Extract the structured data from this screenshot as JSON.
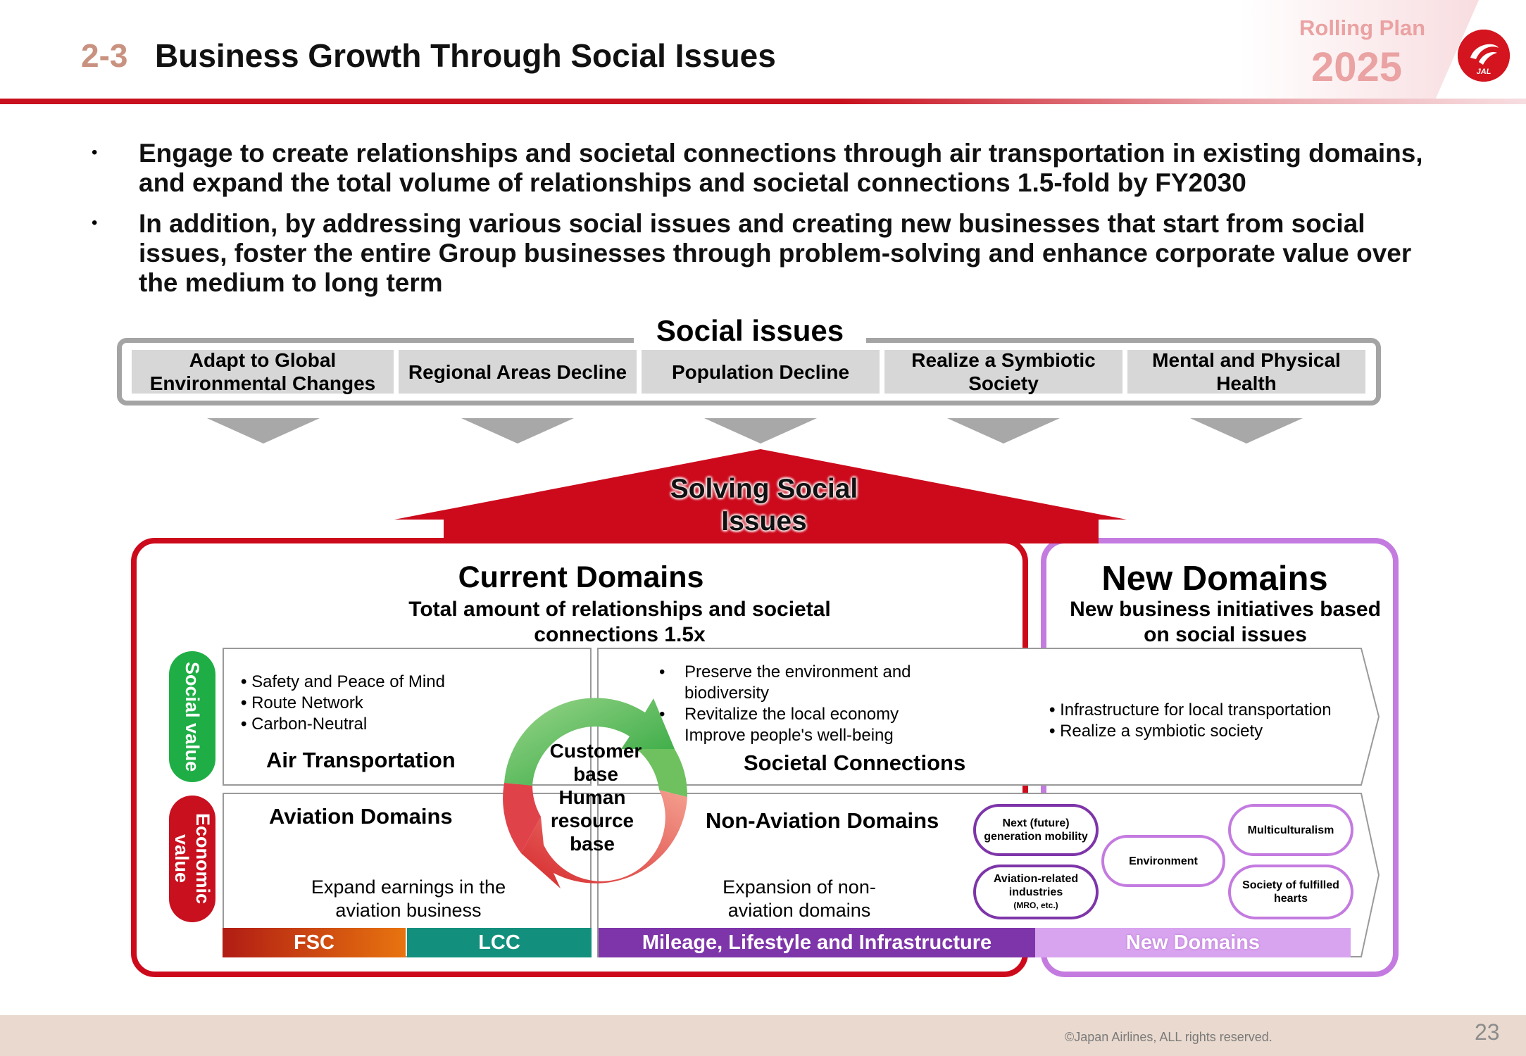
{
  "header": {
    "section_number": "2-3",
    "title": "Business Growth Through Social Issues",
    "plan_label": "Rolling Plan",
    "plan_year": "2025",
    "logo_text": "JAL"
  },
  "bullets": [
    "Engage to create relationships and societal connections through air transportation in existing domains, and expand the total volume of relationships and societal connections 1.5-fold by FY2030",
    "In addition, by addressing various social issues and creating new businesses that start from social issues, foster the entire Group businesses through problem-solving and enhance corporate value over the medium to long term"
  ],
  "social_issues": {
    "title": "Social issues",
    "items": [
      "Adapt to Global Environmental Changes",
      "Regional Areas Decline",
      "Population Decline",
      "Realize a Symbiotic Society",
      "Mental and Physical Health"
    ]
  },
  "solving_label": "Solving Social Issues",
  "current_domains": {
    "title": "Current Domains",
    "subtitle": "Total amount of relationships and societal connections 1.5x"
  },
  "new_domains": {
    "title": "New Domains",
    "subtitle": "New business initiatives based on social issues"
  },
  "values": {
    "social": "Social value",
    "economic": "Economic value"
  },
  "air_transportation": {
    "label": "Air Transportation",
    "items": [
      "Safety and Peace of Mind",
      "Route Network",
      "Carbon-Neutral"
    ]
  },
  "societal_connections": {
    "label": "Societal Connections",
    "items": [
      "Preserve the environment and biodiversity",
      "Revitalize the local economy",
      "Improve people's well-being"
    ],
    "new_items": [
      "Infrastructure for local transportation",
      "Realize a symbiotic society"
    ]
  },
  "cycle": {
    "line1": "Customer base",
    "line2": "Human resource base"
  },
  "aviation_domains": {
    "label": "Aviation Domains",
    "text": "Expand earnings in the aviation business"
  },
  "non_aviation_domains": {
    "label": "Non-Aviation Domains",
    "text": "Expansion of non-aviation domains"
  },
  "ovals": {
    "next_gen": "Next (future) generation mobility",
    "aviation_related": "Aviation-related industries",
    "aviation_related_note": "(MRO, etc.)",
    "environment": "Environment",
    "multiculturalism": "Multiculturalism",
    "fulfilled_hearts": "Society of fulfilled hearts"
  },
  "bars": {
    "fsc": "FSC",
    "lcc": "LCC",
    "mileage": "Mileage, Lifestyle and Infrastructure",
    "new_domains": "New Domains"
  },
  "colors": {
    "jal_red": "#c8101e",
    "social_green": "#1fae45",
    "mileage_purple": "#7e35a9",
    "new_domain_lilac": "#c47be0",
    "lcc_teal": "#13907d",
    "fsc_orange": "#e8740f"
  },
  "footer": {
    "copyright": "©Japan Airlines, ALL rights reserved.",
    "page_number": "23"
  }
}
